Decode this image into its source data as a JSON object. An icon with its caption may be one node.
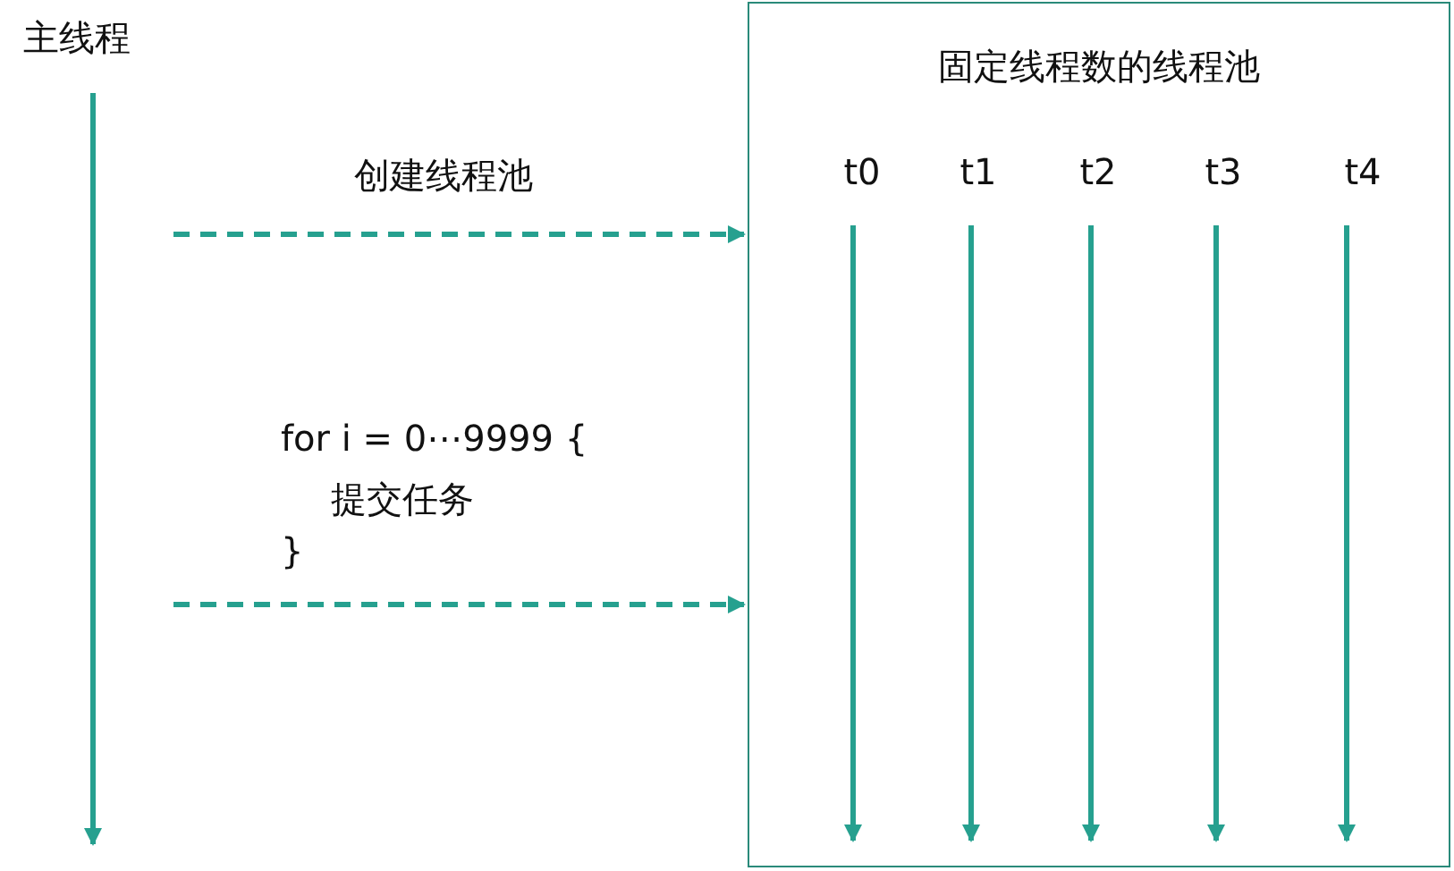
{
  "diagram": {
    "nodes": [
      {
        "text": [
          "主线程"
        ]
      },
      {
        "text": [
          "固定线程数的线程池"
        ]
      },
      {
        "text": [
          "t0"
        ],
        "in": 1
      },
      {
        "text": [
          "t1"
        ],
        "in": 1
      },
      {
        "text": [
          "t2"
        ],
        "in": 1
      },
      {
        "text": [
          "t3"
        ],
        "in": 1
      },
      {
        "text": [
          "t4"
        ],
        "in": 1
      }
    ],
    "edges": [
      {
        "from": null,
        "to": 1,
        "arrow": "to",
        "label": "创建线程池",
        "style": "dashed"
      },
      {
        "from": null,
        "to": 1,
        "arrow": "to",
        "style": "dashed"
      }
    ],
    "labels": [
      "for i = 0⋯9999 {",
      "提交任务",
      "}"
    ]
  }
}
